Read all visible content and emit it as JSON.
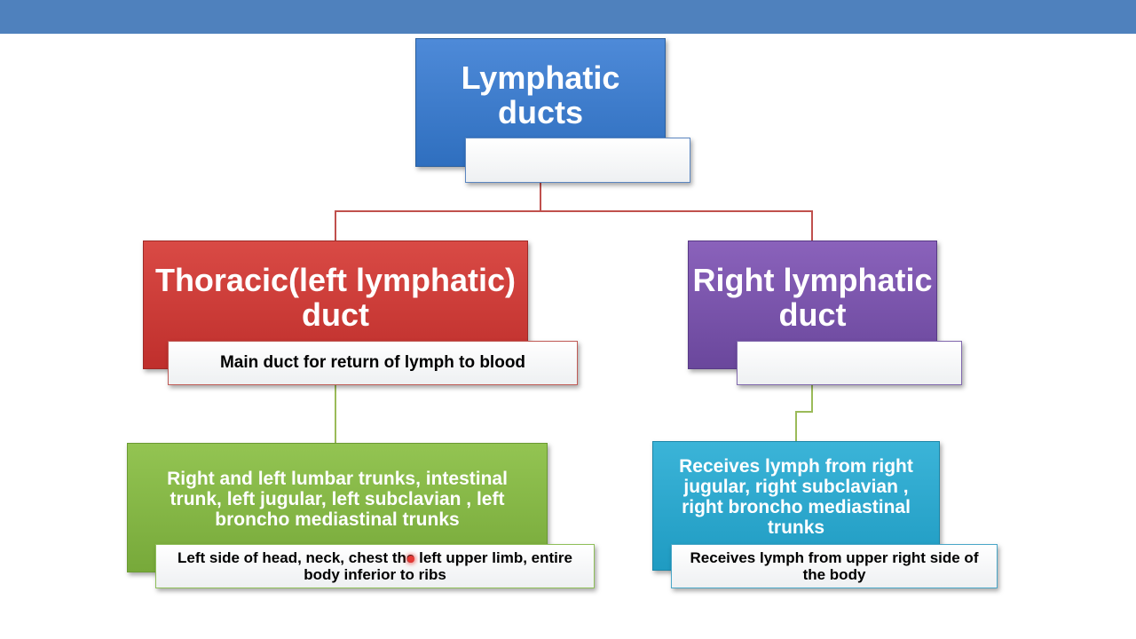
{
  "root": {
    "title": "Lymphatic ducts",
    "note": ""
  },
  "left": {
    "title": "Thoracic(left lymphatic) duct",
    "note": "Main duct for return of lymph to blood",
    "child": {
      "title": "Right and left lumbar trunks, intestinal trunk, left jugular, left subclavian , left broncho mediastinal trunks",
      "note": "Left side of head, neck, chest the left upper limb, entire body inferior to ribs"
    }
  },
  "right": {
    "title": "Right lymphatic duct",
    "note": "",
    "child": {
      "title": "Receives lymph from right jugular, right subclavian , right broncho mediastinal trunks",
      "note": "Receives lymph from upper right side of the body"
    }
  },
  "colors": {
    "topbar": "#4f81bd",
    "root": "#3a78c9",
    "left": "#c93a36",
    "right": "#7752a8",
    "green": "#85b746",
    "teal": "#2ba7cd",
    "connector_red": "#c0504d",
    "connector_green": "#9bbb59"
  }
}
